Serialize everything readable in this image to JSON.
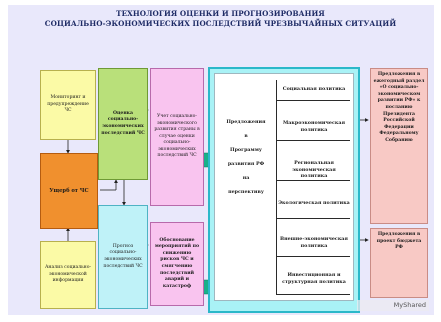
{
  "title": {
    "line1": "ТЕХНОЛОГИЯ ОЦЕНКИ И ПРОГНОЗИРОВАНИЯ",
    "line2": "СОЦИАЛЬНО-ЭКОНОМИЧЕСКИХ ПОСЛЕДСТВИЙ ЧРЕЗВЫЧАЙНЫХ СИТУАЦИЙ"
  },
  "boxes": {
    "monitoring": "Мониторинг и предупреждение ЧС",
    "damage": "Ущерб от ЧС",
    "expert_info": "Анализ социально-экономической информации",
    "assessment": "Оценка социально-экономических последствий ЧС",
    "risk_impact": "Учет социально-экономического развития страны в случае оценки социально-экономических последствий ЧС",
    "forecast": "Прогноз социально-экономических последствий ЧС",
    "justification": "Обоснование мероприятий по снижению рисков ЧС и смягчению последствий аварий и катастроф",
    "annual_report": "Предложения в ежегодный раздел «О социально-экономическом развитии РФ» к посланию Президента Российской Федерации Федеральному Собранию",
    "budget": "Предложения в проект бюджета РФ"
  },
  "center": {
    "proposals": [
      "Предложения",
      "в",
      "Программу",
      "развития РФ",
      "на",
      "перспективу"
    ]
  },
  "policies": [
    "Социальная политика",
    "Макроэкономическая политика",
    "Региональная экономическая политика",
    "Экологическая политика",
    "Внешне-экономическая политика",
    "Инвестиционная и структурная политика"
  ],
  "watermark": "MyShared"
}
